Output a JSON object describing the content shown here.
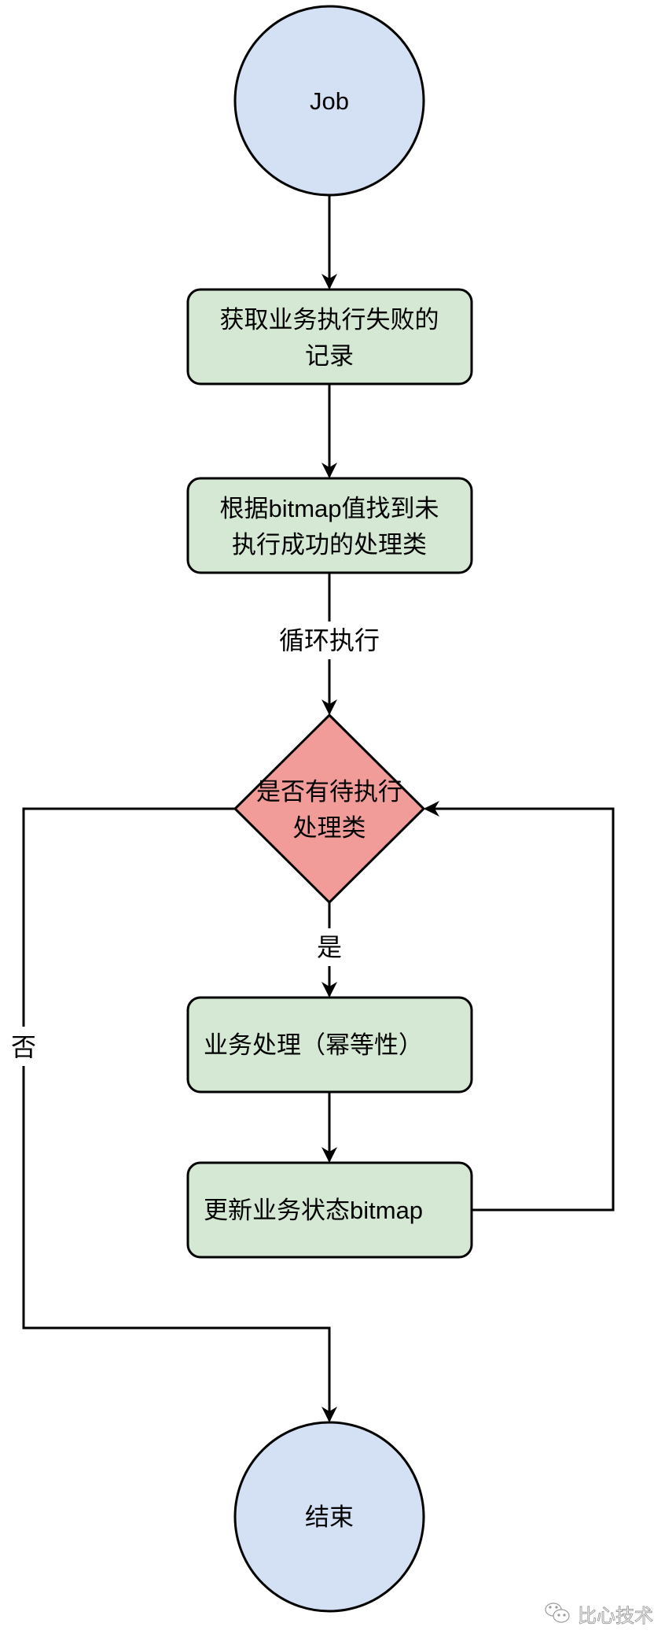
{
  "diagram": {
    "type": "flowchart",
    "colors": {
      "terminal_fill": "#D4E1F5",
      "process_fill": "#D5E8D4",
      "decision_fill": "#F19C99",
      "stroke": "#000000",
      "watermark": "#9A9A9A"
    },
    "nodes": {
      "start": {
        "label": "Job",
        "shape": "circle"
      },
      "fetch_failed": {
        "lines": [
          "获取业务执行失败的",
          "记录"
        ],
        "shape": "rounded-rect"
      },
      "find_handlers": {
        "lines": [
          "根据bitmap值找到未",
          "执行成功的处理类"
        ],
        "shape": "rounded-rect"
      },
      "has_pending": {
        "lines": [
          "是否有待执行",
          "处理类"
        ],
        "shape": "diamond"
      },
      "process": {
        "label": "业务处理（幂等性）",
        "shape": "rounded-rect"
      },
      "update_bitmap": {
        "label": "更新业务状态bitmap",
        "shape": "rounded-rect"
      },
      "end": {
        "label": "结束",
        "shape": "circle"
      }
    },
    "edges": [
      {
        "from": "start",
        "to": "fetch_failed",
        "label": ""
      },
      {
        "from": "fetch_failed",
        "to": "find_handlers",
        "label": ""
      },
      {
        "from": "find_handlers",
        "to": "has_pending",
        "label": "循环执行"
      },
      {
        "from": "has_pending",
        "to": "process",
        "label": "是"
      },
      {
        "from": "process",
        "to": "update_bitmap",
        "label": ""
      },
      {
        "from": "update_bitmap",
        "to": "has_pending",
        "label": ""
      },
      {
        "from": "has_pending",
        "to": "end",
        "label": "否"
      }
    ],
    "edge_labels": {
      "loop": "循环执行",
      "yes": "是",
      "no": "否"
    }
  },
  "watermark": {
    "icon": "wechat-icon",
    "text": "比心技术"
  }
}
